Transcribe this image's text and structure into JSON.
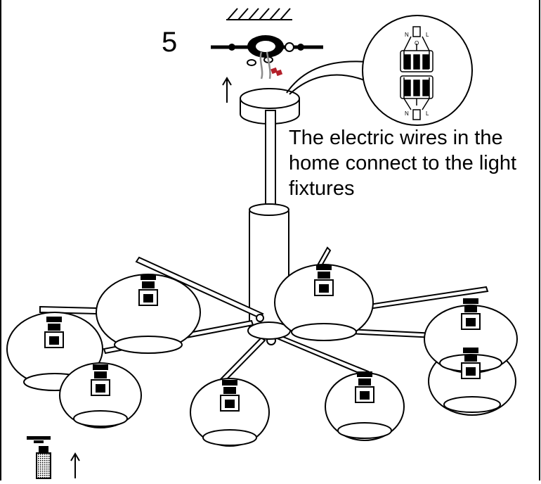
{
  "step": {
    "number": "5"
  },
  "caption": {
    "lines": [
      "The electric wires in the",
      "home connect to the light",
      "fixtures"
    ]
  },
  "wiring_detail": {
    "top_labels": [
      "N",
      "O",
      "L"
    ],
    "bottom_labels": [
      "N",
      "L"
    ]
  },
  "colors": {
    "line": "#000000",
    "wire_red": "#b3202a",
    "wire_gray": "#8c8c8c",
    "background": "#ffffff"
  },
  "icons": [
    "ceiling-hatch-icon",
    "up-arrow-icon",
    "bulb-icon",
    "screw-icon"
  ]
}
